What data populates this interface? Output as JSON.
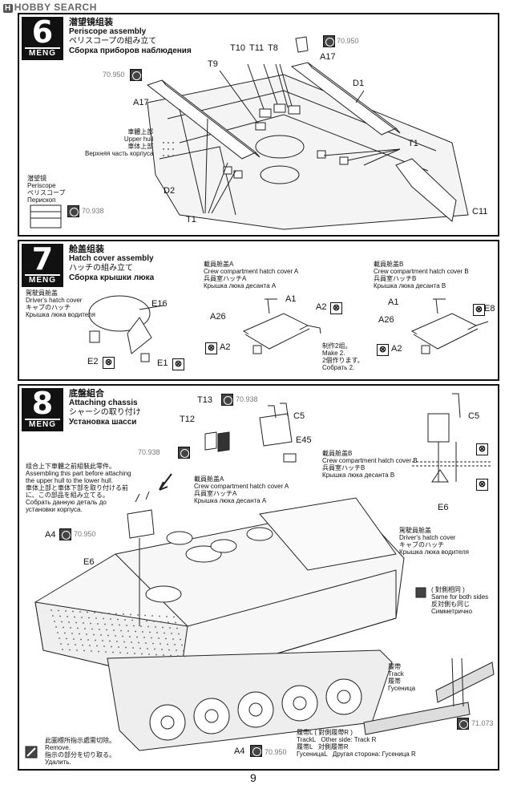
{
  "watermark": "HOBBY SEARCH",
  "page_number": "9",
  "step6": {
    "number": "6",
    "brand": "MENG",
    "title_cn": "潜望镜组装",
    "title_en": "Periscope assembly",
    "title_jp": "ペリスコープの組み立て",
    "title_ru": "Сборка приборов наблюдения",
    "parts": {
      "T10": "T10",
      "T11": "T11",
      "T8": "T8",
      "T9": "T9",
      "A17a": "A17",
      "A17b": "A17",
      "D1": "D1",
      "D2": "D2",
      "T1a": "T1",
      "T1b": "T1",
      "C11": "C11"
    },
    "codes": {
      "c1": "70.950",
      "c2": "70.950",
      "c3": "70.938"
    },
    "upper_hull": "車體上部\nUpper hull\n車体上部\nВерхняя часть корпуса",
    "periscope": "潜望镜\nPeriscope\nペリスコープ\nПерископ"
  },
  "step7": {
    "number": "7",
    "brand": "MENG",
    "title_cn": "舱盖组装",
    "title_en": "Hatch cover assembly",
    "title_jp": "ハッチの組み立て",
    "title_ru": "Сборка крышки люка",
    "driver": "駕駛員舱盖\nDriver's hatch cover\nキャブのハッチ\nКрышка люка водителя",
    "hatchA": "載員舱盖A\nCrew compartment hatch cover A\n兵員室ハッチA\nКрышка люка десанта A",
    "hatchB": "載員舱盖B\nCrew compartment hatch cover B\n兵員室ハッチB\nКрышка люка десанта B",
    "parts": {
      "E16": "E16",
      "E2": "E2",
      "E1": "E1",
      "A1a": "A1",
      "A2a": "A2",
      "A26a": "A26",
      "A2b": "A2",
      "A1b": "A1",
      "E8": "E8",
      "A26b": "A26",
      "A2c": "A2"
    },
    "make2": "制作2组。\nMake 2.\n2個作ります。\nСобрать 2."
  },
  "step8": {
    "number": "8",
    "brand": "MENG",
    "title_cn": "底盤組合",
    "title_en": "Attaching chassis",
    "title_jp": "シャーシの取り付け",
    "title_ru": "Установка шасси",
    "parts": {
      "T13": "T13",
      "T12": "T12",
      "C5a": "C5",
      "E45": "E45",
      "A4a": "A4",
      "E6a": "E6",
      "C5b": "C5",
      "E6b": "E6",
      "A4b": "A4"
    },
    "codes": {
      "c1": "70.938",
      "c2": "70.938",
      "c3": "70.950",
      "c4": "70.950",
      "c5": "71.073"
    },
    "assemble_note": "组合上下車體之前組裝此零件。\nAssembling this part before attaching\nthe upper hull to the lower hull.\n車体上部と車体下部を取り付ける前\nに、この部品を組み立てる。\nСобрать данную деталь до\nустановки корпуса.",
    "hatchA": "載員舱盖A\nCrew compartment hatch cover A\n兵員室ハッチA\nКрышка люка десанта A",
    "hatchB": "載員舱盖B\nCrew compartment hatch cover B\n兵員室ハッチB\nКрышка люка десанта B",
    "driver": "駕駛員舱盖\nDriver's hatch cover\nキャブのハッチ\nКрышка люка водителя",
    "same": "( 對側相同 )\nSame for both sides\n反対側も同じ\nСимметрично",
    "track": "履帶\nTrack\n履帯\nГусеница",
    "trackL": "履帶L ( 對側履帶R )\nTrackL   Other side: Track R\n履帯L   対側履帯R\nГусеницаL   Другая сторона: Гусеница R",
    "remove": "此圖標所指示處需切除。\nRemove.\n指示の部分を切り取る。\nУдалить."
  }
}
